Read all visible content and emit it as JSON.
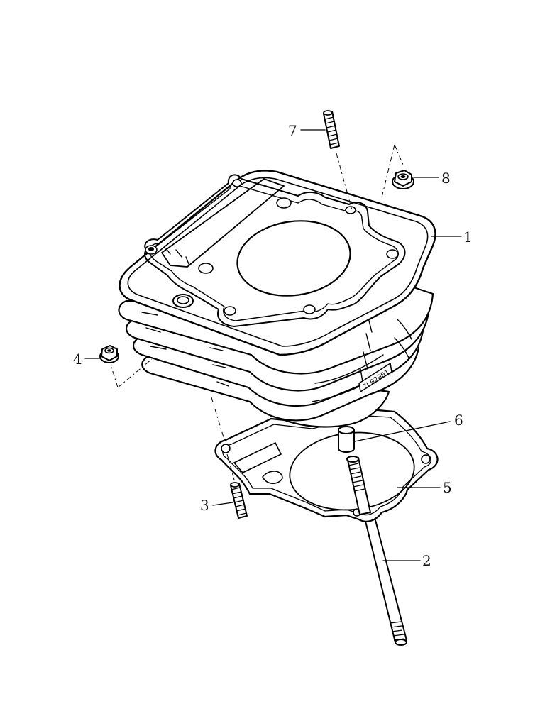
{
  "diagram": {
    "callouts": [
      {
        "id": "1",
        "text": "1"
      },
      {
        "id": "2",
        "text": "2"
      },
      {
        "id": "3",
        "text": "3"
      },
      {
        "id": "4",
        "text": "4"
      },
      {
        "id": "5",
        "text": "5"
      },
      {
        "id": "6",
        "text": "6"
      },
      {
        "id": "7",
        "text": "7"
      },
      {
        "id": "8",
        "text": "8"
      }
    ],
    "cylinder_marking": "ZL02001"
  },
  "colors": {
    "line": "#000000",
    "background": "#ffffff"
  }
}
